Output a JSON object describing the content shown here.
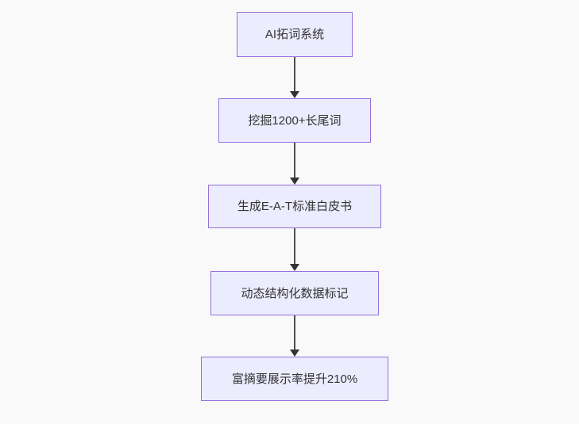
{
  "flowchart": {
    "type": "flowchart-top-down",
    "style": {
      "background": "#f9f9f9",
      "node_fill": "#ECECFF",
      "node_border": "#9370DB",
      "text_color": "#333333",
      "arrow_color": "#333333"
    },
    "nodes": [
      {
        "id": "n1",
        "label": "AI拓词系统"
      },
      {
        "id": "n2",
        "label": "挖掘1200+长尾词"
      },
      {
        "id": "n3",
        "label": "生成E-A-T标准白皮书"
      },
      {
        "id": "n4",
        "label": "动态结构化数据标记"
      },
      {
        "id": "n5",
        "label": "富摘要展示率提升210%"
      }
    ],
    "edges": [
      {
        "from": "n1",
        "to": "n2"
      },
      {
        "from": "n2",
        "to": "n3"
      },
      {
        "from": "n3",
        "to": "n4"
      },
      {
        "from": "n4",
        "to": "n5"
      }
    ]
  }
}
